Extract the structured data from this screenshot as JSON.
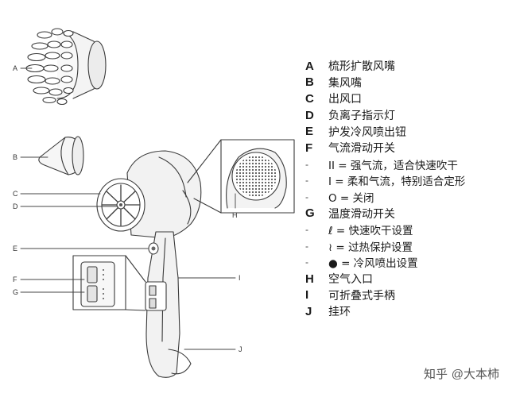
{
  "callouts": {
    "A": "A",
    "B": "B",
    "C": "C",
    "D": "D",
    "E": "E",
    "F": "F",
    "G": "G",
    "H": "H",
    "I": "I",
    "J": "J"
  },
  "legend": [
    {
      "key": "A",
      "text": "梳形扩散风嘴",
      "sub": false
    },
    {
      "key": "B",
      "text": "集风嘴",
      "sub": false
    },
    {
      "key": "C",
      "text": "出风口",
      "sub": false
    },
    {
      "key": "D",
      "text": "负离子指示灯",
      "sub": false
    },
    {
      "key": "E",
      "text": "护发冷风喷出钮",
      "sub": false
    },
    {
      "key": "F",
      "text": "气流滑动开关",
      "sub": false
    },
    {
      "key": "-",
      "text": "II = 强气流，适合快速吹干",
      "sub": true
    },
    {
      "key": "-",
      "text": "I = 柔和气流，特别适合定形",
      "sub": true
    },
    {
      "key": "-",
      "text": "O = 关闭",
      "sub": true
    },
    {
      "key": "G",
      "text": "温度滑动开关",
      "sub": false
    },
    {
      "key": "-",
      "text": "ℓ = 快速吹干设置",
      "sub": true
    },
    {
      "key": "-",
      "text": "≀ = 过热保护设置",
      "sub": true
    },
    {
      "key": "-",
      "text": "● = 冷风喷出设置",
      "sub": true
    },
    {
      "key": "H",
      "text": "空气入口",
      "sub": false
    },
    {
      "key": "I",
      "text": "可折叠式手柄",
      "sub": false
    },
    {
      "key": "J",
      "text": "挂环",
      "sub": false
    }
  ],
  "watermark": {
    "brand": "知乎",
    "at": "@",
    "user": "大本柿"
  },
  "colors": {
    "line": "#3a3a3a",
    "body_fill": "#f2f2f2"
  }
}
